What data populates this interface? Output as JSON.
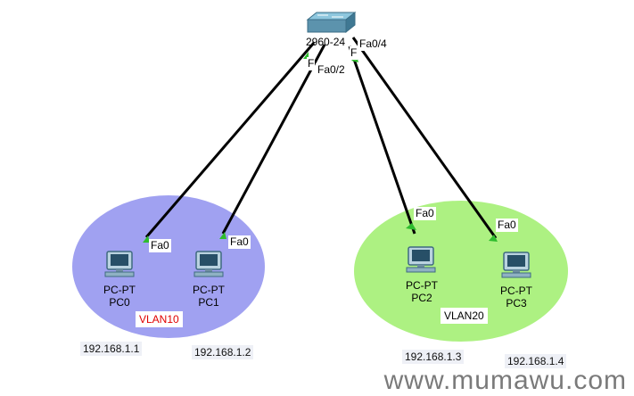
{
  "switch": {
    "model_label": "2960-24",
    "port_fa04": "Fa0/4",
    "port_fa02": "Fa0/2",
    "port_f_left": "F",
    "port_f_right": "F"
  },
  "pcs": [
    {
      "type": "PC-PT",
      "name": "PC0",
      "port": "Fa0",
      "ip": "192.168.1.1"
    },
    {
      "type": "PC-PT",
      "name": "PC1",
      "port": "Fa0",
      "ip": "192.168.1.2"
    },
    {
      "type": "PC-PT",
      "name": "PC2",
      "port": "Fa0",
      "ip": "192.168.1.3"
    },
    {
      "type": "PC-PT",
      "name": "PC3",
      "port": "Fa0",
      "ip": "192.168.1.4"
    }
  ],
  "vlans": [
    {
      "label": "VLAN10",
      "color": "#9b9cf0",
      "label_color": "#e00000"
    },
    {
      "label": "VLAN20",
      "color": "#a8f07a",
      "label_color": "#000000"
    }
  ],
  "watermark": "www.mumawu.com"
}
